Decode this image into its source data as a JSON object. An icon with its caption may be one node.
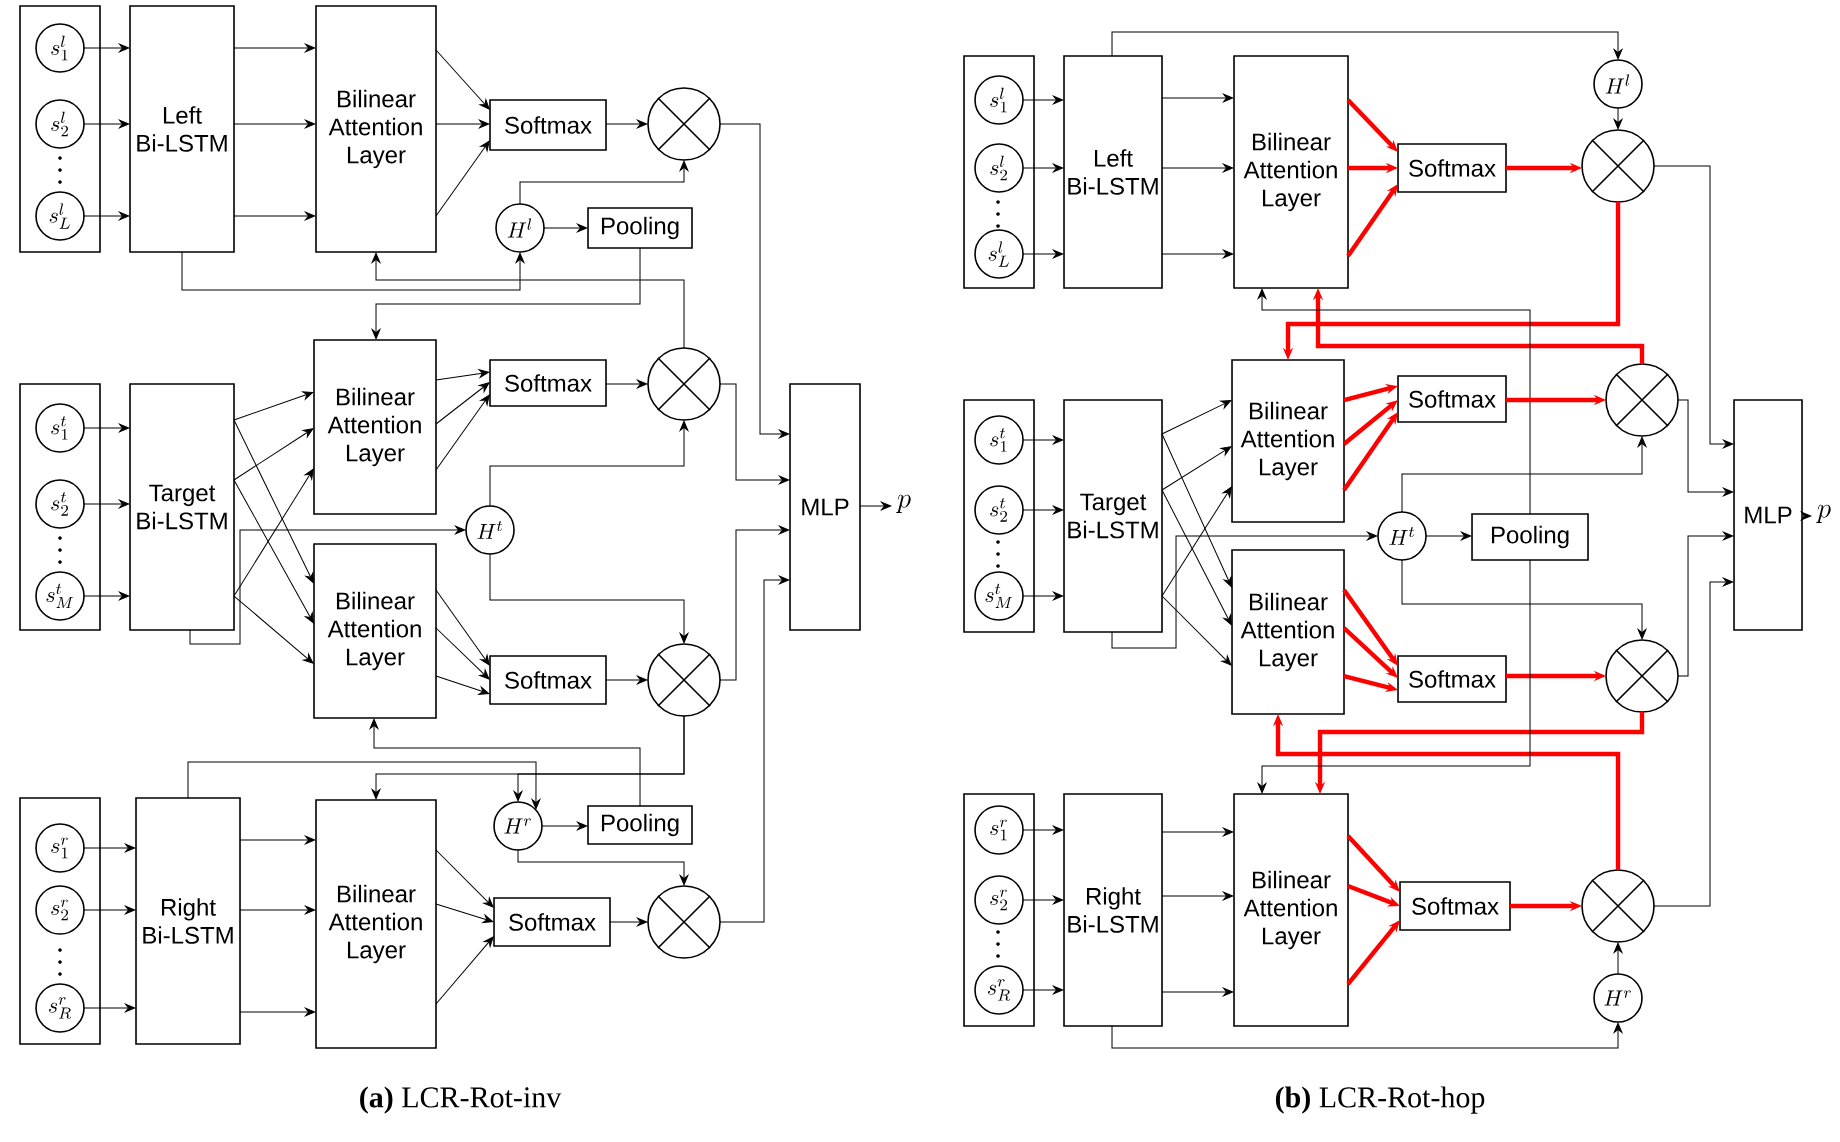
{
  "diagram": {
    "nodes": [
      {
        "text": [],
        "shape": "box"
      },
      {
        "text": [
          "s^{l}_{1}"
        ],
        "in": 0
      },
      {
        "text": [
          "s^{l}_{2}"
        ],
        "in": 0
      },
      {
        "text": [
          "s^{l}_{L}"
        ],
        "in": 0
      },
      {
        "text": [
          "Left Bi-LSTM"
        ]
      },
      {
        "text": [
          "Bilinear Attention Layer"
        ]
      },
      {
        "text": [
          "Softmax"
        ]
      },
      {
        "text": [],
        "shape": "circle"
      },
      {
        "text": [
          "H^{l}"
        ]
      },
      {
        "text": [
          "Pooling"
        ]
      },
      {
        "text": [],
        "shape": "box"
      },
      {
        "text": [
          "s^{t}_{1}"
        ],
        "in": 10
      },
      {
        "text": [
          "s^{t}_{2}"
        ],
        "in": 10
      },
      {
        "text": [
          "s^{t}_{M}"
        ],
        "in": 10
      },
      {
        "text": [
          "Target Bi-LSTM"
        ]
      },
      {
        "text": [
          "Bilinear Attention Layer"
        ]
      },
      {
        "text": [
          "Softmax"
        ]
      },
      {
        "text": [],
        "shape": "circle"
      },
      {
        "text": [
          "H^{t}"
        ]
      },
      {
        "text": [
          "Bilinear Attention Layer"
        ]
      },
      {
        "text": [
          "Softmax"
        ]
      },
      {
        "text": [],
        "shape": "circle"
      },
      {
        "text": [
          "MLP"
        ]
      },
      {
        "text": [
          "p"
        ]
      },
      {
        "text": [
          "H^{r}"
        ]
      },
      {
        "text": [
          "Pooling"
        ]
      },
      {
        "text": [],
        "shape": "box"
      },
      {
        "text": [
          "s^{r}_{1}"
        ],
        "in": 26
      },
      {
        "text": [
          "s^{r}_{2}"
        ],
        "in": 26
      },
      {
        "text": [
          "s^{r}_{R}"
        ],
        "in": 26
      },
      {
        "text": [
          "Right Bi-LSTM"
        ]
      },
      {
        "text": [
          "Bilinear Attention Layer"
        ]
      },
      {
        "text": [
          "Softmax"
        ]
      },
      {
        "text": [],
        "shape": "circle"
      },
      {
        "text": [],
        "shape": "box"
      },
      {
        "text": [
          "s^{l}_{1}"
        ],
        "in": 34
      },
      {
        "text": [
          "s^{l}_{2}"
        ],
        "in": 34
      },
      {
        "text": [
          "s^{l}_{L}"
        ],
        "in": 34
      },
      {
        "text": [
          "Left Bi-LSTM"
        ]
      },
      {
        "text": [
          "Bilinear Attention Layer"
        ]
      },
      {
        "text": [
          "H^{l}"
        ]
      },
      {
        "text": [
          "Softmax"
        ]
      },
      {
        "text": [],
        "shape": "circle"
      },
      {
        "text": [],
        "shape": "box"
      },
      {
        "text": [
          "s^{t}_{1}"
        ],
        "in": 43
      },
      {
        "text": [
          "s^{t}_{2}"
        ],
        "in": 43
      },
      {
        "text": [
          "s^{t}_{M}"
        ],
        "in": 43
      },
      {
        "text": [
          "Target Bi-LSTM"
        ]
      },
      {
        "text": [
          "Bilinear Attention Layer"
        ]
      },
      {
        "text": [
          "Softmax"
        ]
      },
      {
        "text": [],
        "shape": "circle"
      },
      {
        "text": [
          "H^{t}"
        ]
      },
      {
        "text": [
          "Pooling"
        ]
      },
      {
        "text": [
          "Bilinear Attention Layer"
        ]
      },
      {
        "text": [
          "Softmax"
        ]
      },
      {
        "text": [],
        "shape": "circle"
      },
      {
        "text": [
          "MLP"
        ]
      },
      {
        "text": [
          "p"
        ]
      },
      {
        "text": [],
        "shape": "box"
      },
      {
        "text": [
          "s^{r}_{1}"
        ],
        "in": 58
      },
      {
        "text": [
          "s^{r}_{2}"
        ],
        "in": 58
      },
      {
        "text": [
          "s^{r}_{R}"
        ],
        "in": 58
      },
      {
        "text": [
          "Right Bi-LSTM"
        ]
      },
      {
        "text": [
          "Bilinear Attention Layer"
        ]
      },
      {
        "text": [
          "Softmax"
        ]
      },
      {
        "text": [],
        "shape": "circle"
      },
      {
        "text": [
          "H^{r}"
        ]
      }
    ],
    "edges": [
      {
        "from": 1,
        "to": 4,
        "arrow": "to"
      },
      {
        "from": 2,
        "to": 4,
        "arrow": "to"
      },
      {
        "from": 3,
        "to": 4,
        "arrow": "to"
      },
      {
        "from": 4,
        "to": 5,
        "arrow": "to"
      },
      {
        "from": 4,
        "to": 5,
        "arrow": "to"
      },
      {
        "from": 4,
        "to": 5,
        "arrow": "to"
      },
      {
        "from": 5,
        "to": 6,
        "arrow": "to"
      },
      {
        "from": 5,
        "to": 6,
        "arrow": "to"
      },
      {
        "from": 5,
        "to": 6,
        "arrow": "to"
      },
      {
        "from": 6,
        "to": 7,
        "arrow": "to"
      },
      {
        "from": 8,
        "to": 7,
        "arrow": "to"
      },
      {
        "from": 8,
        "to": 9,
        "arrow": "to"
      },
      {
        "from": 4,
        "to": 8,
        "arrow": "to"
      },
      {
        "from": 17,
        "to": 5,
        "arrow": "to"
      },
      {
        "from": 9,
        "to": 15,
        "arrow": "to"
      },
      {
        "from": 7,
        "to": 22,
        "arrow": "to"
      },
      {
        "from": 11,
        "to": 14,
        "arrow": "to"
      },
      {
        "from": 12,
        "to": 14,
        "arrow": "to"
      },
      {
        "from": 13,
        "to": 14,
        "arrow": "to"
      },
      {
        "from": 14,
        "to": 15,
        "arrow": "to"
      },
      {
        "from": 14,
        "to": 15,
        "arrow": "to"
      },
      {
        "from": 14,
        "to": 15,
        "arrow": "to"
      },
      {
        "from": 14,
        "to": 19,
        "arrow": "to"
      },
      {
        "from": 14,
        "to": 19,
        "arrow": "to"
      },
      {
        "from": 14,
        "to": 19,
        "arrow": "to"
      },
      {
        "from": 15,
        "to": 16,
        "arrow": "to"
      },
      {
        "from": 15,
        "to": 16,
        "arrow": "to"
      },
      {
        "from": 15,
        "to": 16,
        "arrow": "to"
      },
      {
        "from": 16,
        "to": 17,
        "arrow": "to"
      },
      {
        "from": 14,
        "to": 18,
        "arrow": "to"
      },
      {
        "from": 18,
        "to": 17,
        "arrow": "to"
      },
      {
        "from": 18,
        "to": 21,
        "arrow": "to"
      },
      {
        "from": 19,
        "to": 20,
        "arrow": "to"
      },
      {
        "from": 19,
        "to": 20,
        "arrow": "to"
      },
      {
        "from": 19,
        "to": 20,
        "arrow": "to"
      },
      {
        "from": 20,
        "to": 21,
        "arrow": "to"
      },
      {
        "from": 17,
        "to": 22,
        "arrow": "to"
      },
      {
        "from": 21,
        "to": 22,
        "arrow": "to"
      },
      {
        "from": 33,
        "to": 22,
        "arrow": "to"
      },
      {
        "from": 22,
        "to": 23,
        "arrow": "to"
      },
      {
        "from": 21,
        "to": 31,
        "arrow": "to"
      },
      {
        "from": 21,
        "to": 24,
        "arrow": "to"
      },
      {
        "from": 25,
        "to": 19,
        "arrow": "to"
      },
      {
        "from": 30,
        "to": 24,
        "arrow": "to"
      },
      {
        "from": 24,
        "to": 25,
        "arrow": "to"
      },
      {
        "from": 24,
        "to": 33,
        "arrow": "to"
      },
      {
        "from": 27,
        "to": 30,
        "arrow": "to"
      },
      {
        "from": 28,
        "to": 30,
        "arrow": "to"
      },
      {
        "from": 29,
        "to": 30,
        "arrow": "to"
      },
      {
        "from": 30,
        "to": 31,
        "arrow": "to"
      },
      {
        "from": 30,
        "to": 31,
        "arrow": "to"
      },
      {
        "from": 30,
        "to": 31,
        "arrow": "to"
      },
      {
        "from": 31,
        "to": 32,
        "arrow": "to"
      },
      {
        "from": 31,
        "to": 32,
        "arrow": "to"
      },
      {
        "from": 31,
        "to": 32,
        "arrow": "to"
      },
      {
        "from": 32,
        "to": 33,
        "arrow": "to"
      },
      {
        "from": 35,
        "to": 38,
        "arrow": "to"
      },
      {
        "from": 36,
        "to": 38,
        "arrow": "to"
      },
      {
        "from": 37,
        "to": 38,
        "arrow": "to"
      },
      {
        "from": 38,
        "to": 39,
        "arrow": "to"
      },
      {
        "from": 38,
        "to": 39,
        "arrow": "to"
      },
      {
        "from": 38,
        "to": 39,
        "arrow": "to"
      },
      {
        "from": 39,
        "to": 41,
        "arrow": "to",
        "style": "thick",
        "color": "#ff0000"
      },
      {
        "from": 39,
        "to": 41,
        "arrow": "to",
        "style": "thick",
        "color": "#ff0000"
      },
      {
        "from": 39,
        "to": 41,
        "arrow": "to",
        "style": "thick",
        "color": "#ff0000"
      },
      {
        "from": 41,
        "to": 42,
        "arrow": "to",
        "style": "thick",
        "color": "#ff0000"
      },
      {
        "from": 38,
        "to": 40,
        "arrow": "to"
      },
      {
        "from": 40,
        "to": 42,
        "arrow": "to"
      },
      {
        "from": 42,
        "to": 56,
        "arrow": "to"
      },
      {
        "from": 42,
        "to": 48,
        "arrow": "to",
        "style": "thick",
        "color": "#ff0000"
      },
      {
        "from": 50,
        "to": 39,
        "arrow": "to",
        "style": "thick",
        "color": "#ff0000"
      },
      {
        "from": 52,
        "to": 39,
        "arrow": "to"
      },
      {
        "from": 44,
        "to": 47,
        "arrow": "to"
      },
      {
        "from": 45,
        "to": 47,
        "arrow": "to"
      },
      {
        "from": 46,
        "to": 47,
        "arrow": "to"
      },
      {
        "from": 47,
        "to": 48,
        "arrow": "to"
      },
      {
        "from": 47,
        "to": 48,
        "arrow": "to"
      },
      {
        "from": 47,
        "to": 48,
        "arrow": "to"
      },
      {
        "from": 47,
        "to": 53,
        "arrow": "to"
      },
      {
        "from": 47,
        "to": 53,
        "arrow": "to"
      },
      {
        "from": 47,
        "to": 53,
        "arrow": "to"
      },
      {
        "from": 48,
        "to": 49,
        "arrow": "to",
        "style": "thick",
        "color": "#ff0000"
      },
      {
        "from": 48,
        "to": 49,
        "arrow": "to",
        "style": "thick",
        "color": "#ff0000"
      },
      {
        "from": 48,
        "to": 49,
        "arrow": "to",
        "style": "thick",
        "color": "#ff0000"
      },
      {
        "from": 49,
        "to": 50,
        "arrow": "to",
        "style": "thick",
        "color": "#ff0000"
      },
      {
        "from": 47,
        "to": 51,
        "arrow": "to"
      },
      {
        "from": 51,
        "to": 50,
        "arrow": "to"
      },
      {
        "from": 51,
        "to": 52,
        "arrow": "to"
      },
      {
        "from": 51,
        "to": 55,
        "arrow": "to"
      },
      {
        "from": 53,
        "to": 54,
        "arrow": "to",
        "style": "thick",
        "color": "#ff0000"
      },
      {
        "from": 53,
        "to": 54,
        "arrow": "to",
        "style": "thick",
        "color": "#ff0000"
      },
      {
        "from": 53,
        "to": 54,
        "arrow": "to",
        "style": "thick",
        "color": "#ff0000"
      },
      {
        "from": 54,
        "to": 55,
        "arrow": "to",
        "style": "thick",
        "color": "#ff0000"
      },
      {
        "from": 50,
        "to": 56,
        "arrow": "to"
      },
      {
        "from": 55,
        "to": 56,
        "arrow": "to"
      },
      {
        "from": 65,
        "to": 56,
        "arrow": "to"
      },
      {
        "from": 56,
        "to": 57,
        "arrow": "to"
      },
      {
        "from": 55,
        "to": 63,
        "arrow": "to",
        "style": "thick",
        "color": "#ff0000"
      },
      {
        "from": 65,
        "to": 53,
        "arrow": "to",
        "style": "thick",
        "color": "#ff0000"
      },
      {
        "from": 52,
        "to": 63,
        "arrow": "to"
      },
      {
        "from": 59,
        "to": 62,
        "arrow": "to"
      },
      {
        "from": 60,
        "to": 62,
        "arrow": "to"
      },
      {
        "from": 61,
        "to": 62,
        "arrow": "to"
      },
      {
        "from": 62,
        "to": 63,
        "arrow": "to"
      },
      {
        "from": 62,
        "to": 63,
        "arrow": "to"
      },
      {
        "from": 62,
        "to": 63,
        "arrow": "to"
      },
      {
        "from": 63,
        "to": 64,
        "arrow": "to",
        "style": "thick",
        "color": "#ff0000"
      },
      {
        "from": 63,
        "to": 64,
        "arrow": "to",
        "style": "thick",
        "color": "#ff0000"
      },
      {
        "from": 63,
        "to": 64,
        "arrow": "to",
        "style": "thick",
        "color": "#ff0000"
      },
      {
        "from": 64,
        "to": 65,
        "arrow": "to",
        "style": "thick",
        "color": "#ff0000"
      },
      {
        "from": 66,
        "to": 65,
        "arrow": "to"
      },
      {
        "from": 62,
        "to": 66,
        "arrow": "to"
      }
    ],
    "labels": [
      "**(a)** LCR-Rot-inv",
      "**(b)** LCR-Rot-hop"
    ]
  }
}
